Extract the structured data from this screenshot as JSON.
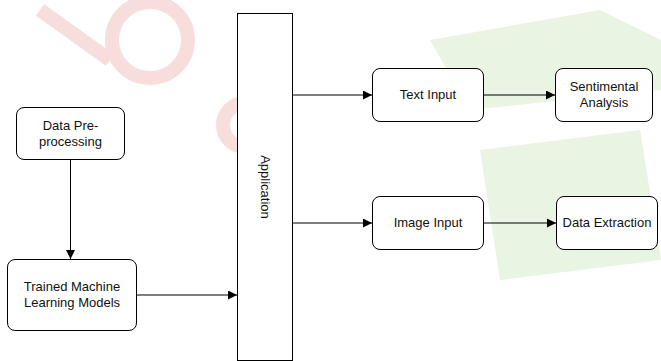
{
  "diagram": {
    "nodes": [
      {
        "text": [
          "Data Pre-processing"
        ]
      },
      {
        "text": [
          "Trained Machine Learning Models"
        ]
      },
      {
        "text": [
          "Application"
        ]
      },
      {
        "text": [
          "Text Input"
        ]
      },
      {
        "text": [
          "Sentimental Analysis"
        ]
      },
      {
        "text": [
          "Image Input"
        ]
      },
      {
        "text": [
          "Data Extraction"
        ]
      }
    ],
    "edges": [
      {
        "from": 0,
        "to": 1,
        "arrow": "to"
      },
      {
        "from": 1,
        "to": 2,
        "arrow": "to"
      },
      {
        "from": 2,
        "to": 3,
        "arrow": "to"
      },
      {
        "from": 3,
        "to": 4,
        "arrow": "to"
      },
      {
        "from": 2,
        "to": 5,
        "arrow": "to"
      },
      {
        "from": 5,
        "to": 6,
        "arrow": "to"
      }
    ]
  }
}
